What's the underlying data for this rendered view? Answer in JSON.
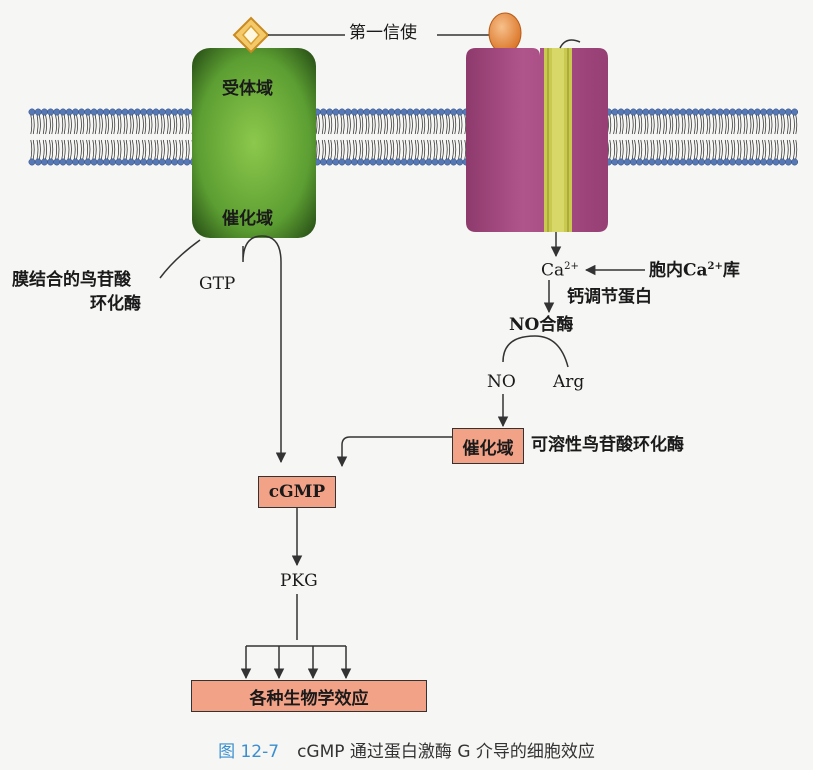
{
  "labels": {
    "first_messenger": "第一信使",
    "receptor_domain": "受体域",
    "catalytic_domain_membrane": "催化域",
    "membrane_gc_line1": "膜结合的鸟苷酸",
    "membrane_gc_line2": "环化酶",
    "gtp": "GTP",
    "ca": "Ca",
    "ca_sup": "2+",
    "intracellular_ca_prefix": "胞内Ca",
    "intracellular_ca_sup": "2+",
    "intracellular_ca_suffix": "库",
    "calmodulin": "钙调节蛋白",
    "no_synthase": "NO合酶",
    "no": "NO",
    "arg": "Arg",
    "catalytic_domain_soluble": "催化域",
    "soluble_gc": "可溶性鸟苷酸环化酶",
    "cgmp": "cGMP",
    "pkg": "PKG",
    "effects": "各种生物学效应"
  },
  "caption": {
    "number": "图 12-7",
    "text": "cGMP 通过蛋白激酶 G 介导的细胞效应"
  },
  "colors": {
    "receptor_green": "#5c9e32",
    "channel_purple": "#a3487f",
    "channel_core": "#c9c950",
    "box_fill": "#f2a287",
    "messenger_orange": "#ec8a3f",
    "ligand_gold": "#e8b64a",
    "membrane_blue": "#5678b4"
  }
}
